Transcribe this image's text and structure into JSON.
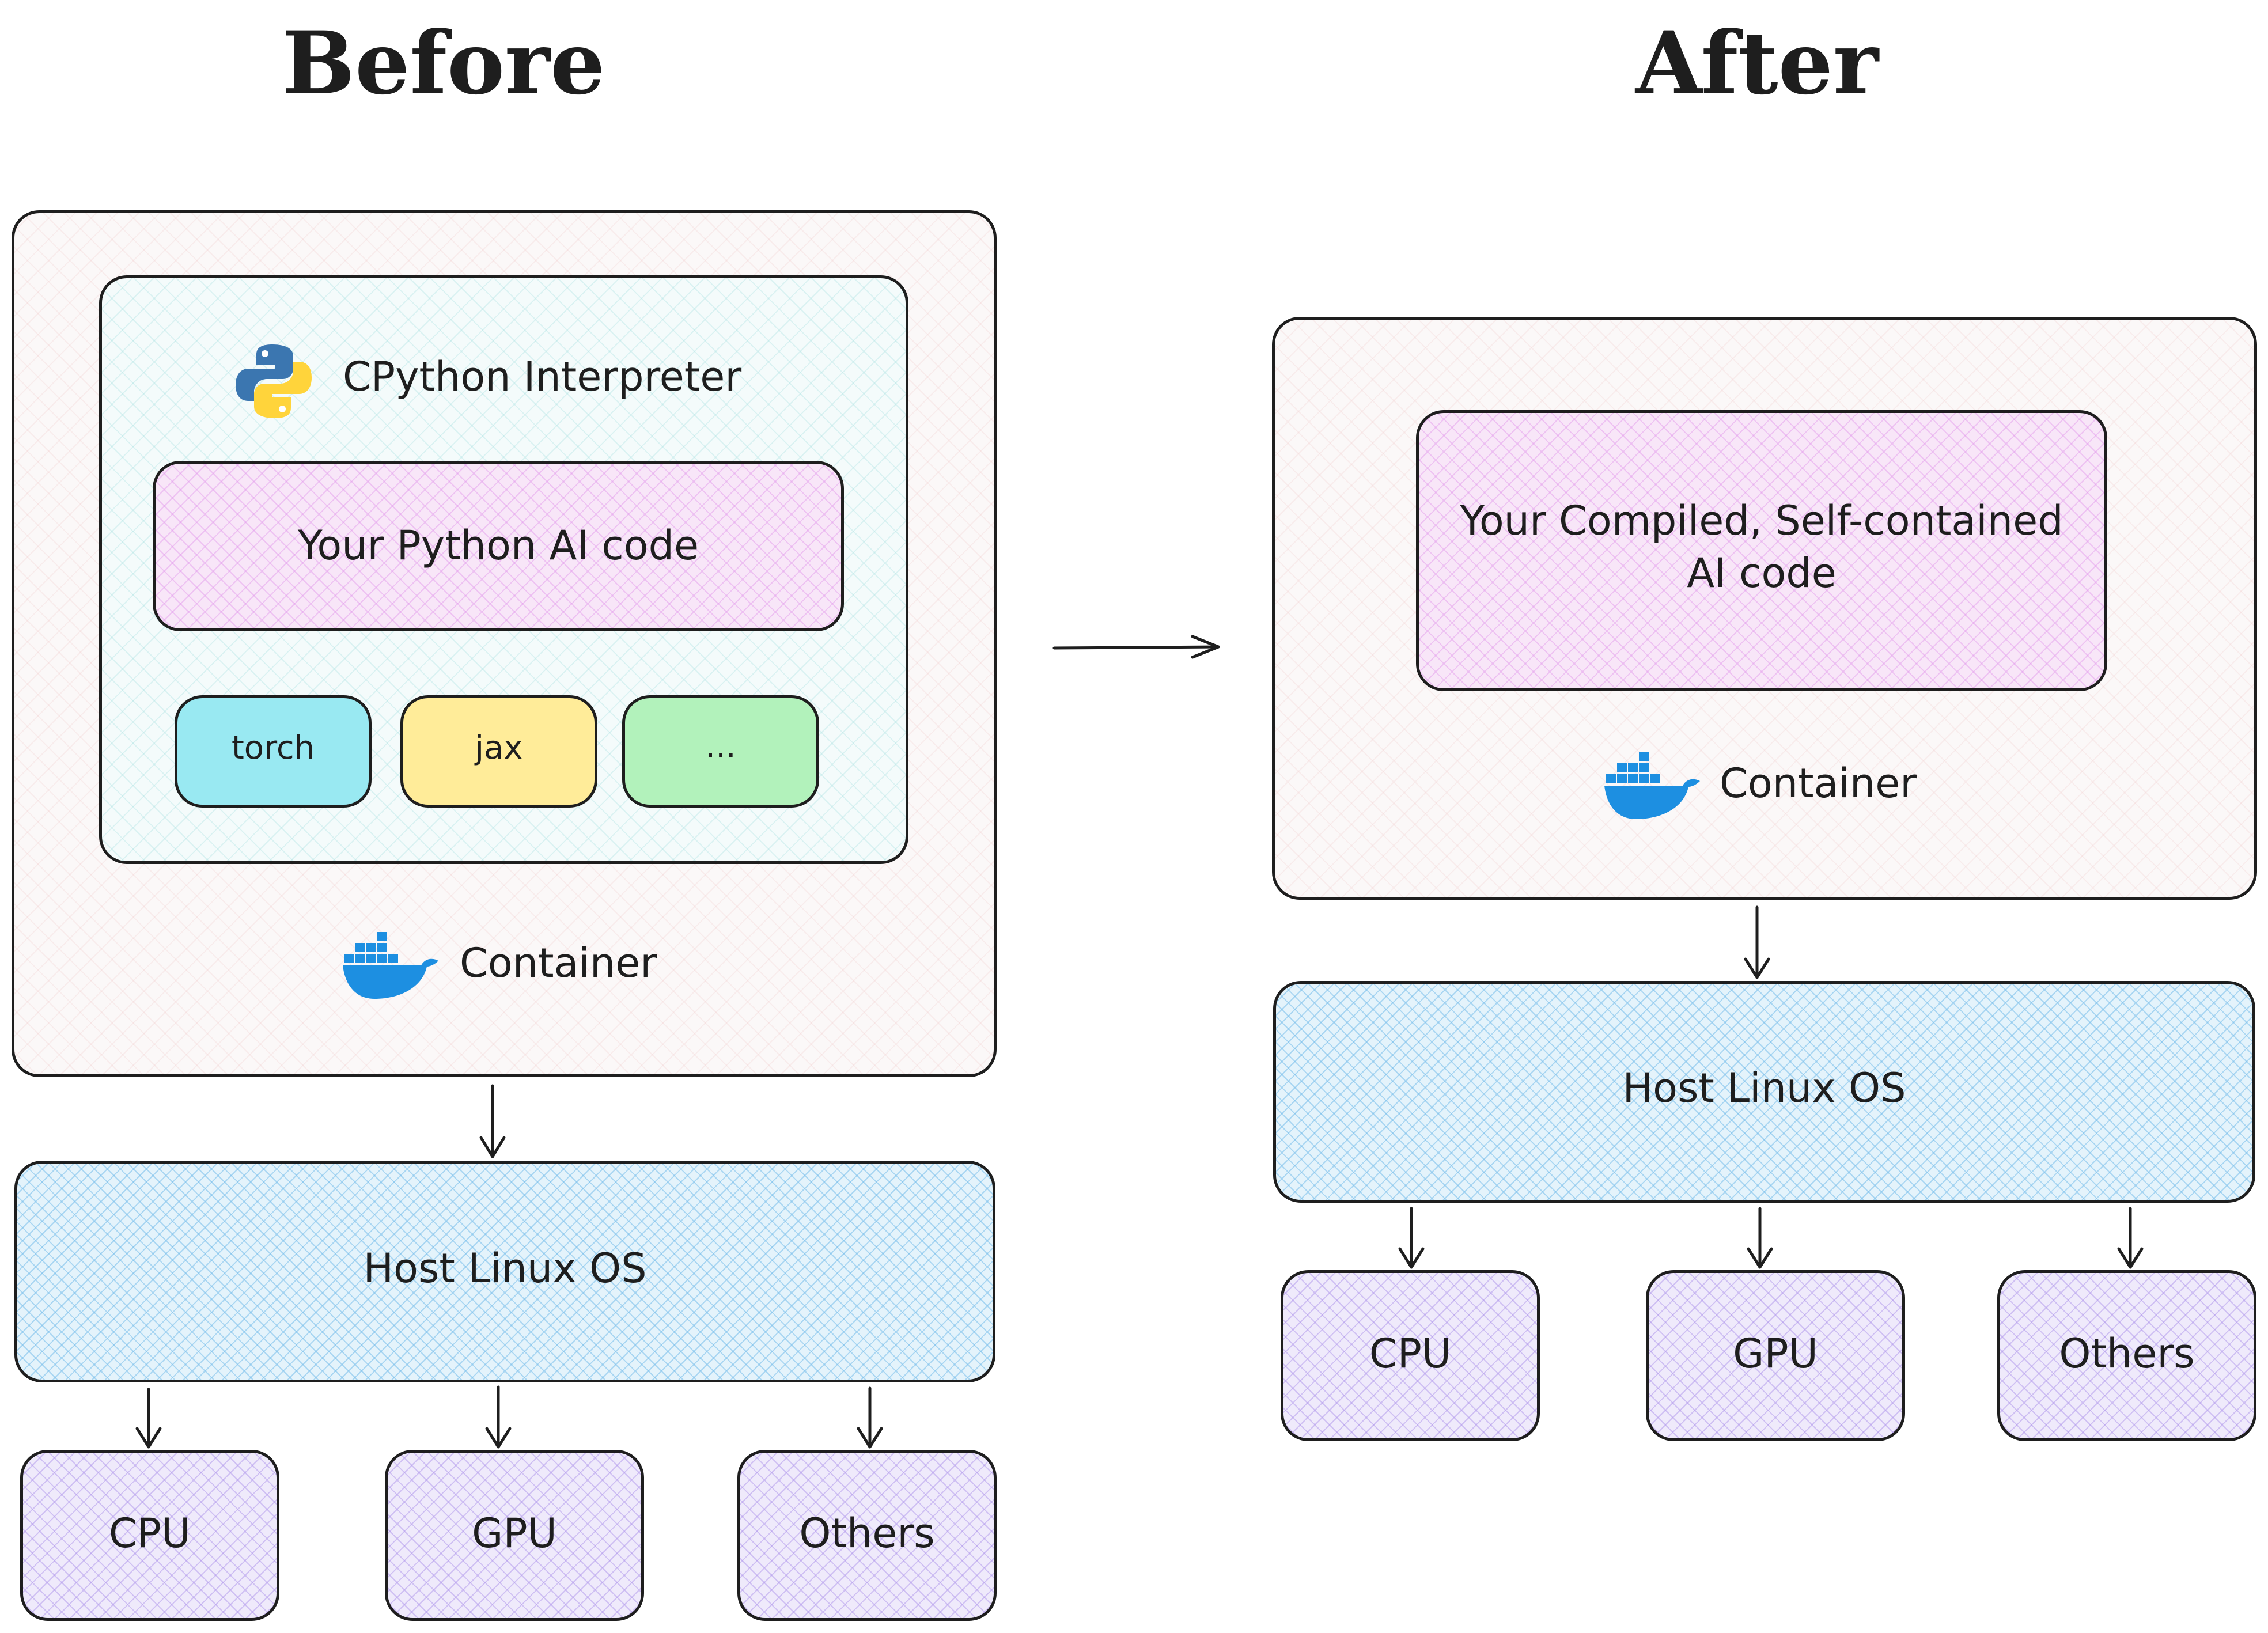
{
  "before": {
    "title": "Before",
    "interpreter": {
      "label": "CPython Interpreter",
      "icon": "python-logo-icon"
    },
    "code": {
      "label": "Your Python AI code"
    },
    "libraries": [
      {
        "label": "torch",
        "color": "#99e9f2"
      },
      {
        "label": "jax",
        "color": "#ffec99"
      },
      {
        "label": "...",
        "color": "#b2f2bb"
      }
    ],
    "container": {
      "label": "Container",
      "icon": "docker-whale-icon"
    },
    "host": {
      "label": "Host Linux OS"
    },
    "hardware": [
      "CPU",
      "GPU",
      "Others"
    ]
  },
  "after": {
    "title": "After",
    "code": {
      "line1": "Your Compiled, Self-contained",
      "line2": "AI code"
    },
    "container": {
      "label": "Container",
      "icon": "docker-whale-icon"
    },
    "host": {
      "label": "Host Linux OS"
    },
    "hardware": [
      "CPU",
      "GPU",
      "Others"
    ]
  },
  "colors": {
    "stroke": "#1e1e1e",
    "docker_blue": "#1d8fe1",
    "python_blue": "#3b76b0",
    "python_yellow": "#ffd43b"
  }
}
